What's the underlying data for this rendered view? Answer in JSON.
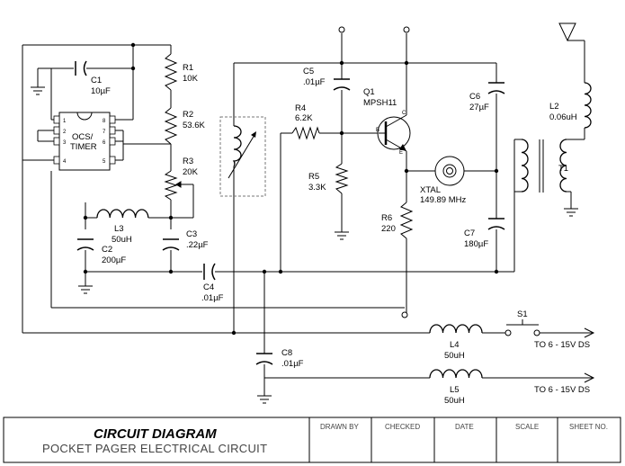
{
  "title_block": {
    "title": "CIRCUIT DIAGRAM",
    "subtitle": "POCKET PAGER ELECTRICAL CIRCUIT",
    "fields": [
      "DRAWN BY",
      "CHECKED",
      "DATE",
      "SCALE",
      "SHEET NO."
    ]
  },
  "components": {
    "c1": {
      "ref": "C1",
      "value": "10µF"
    },
    "r1": {
      "ref": "R1",
      "value": "10K"
    },
    "r2": {
      "ref": "R2",
      "value": "53.6K"
    },
    "r3": {
      "ref": "R3",
      "value": "20K"
    },
    "ic": {
      "line1": "OCS/",
      "line2": "TIMER",
      "pins": [
        "1",
        "2",
        "3",
        "4",
        "8",
        "7",
        "6",
        "5"
      ]
    },
    "l3": {
      "ref": "L3",
      "value": "50uH"
    },
    "c2": {
      "ref": "C2",
      "value": "200µF"
    },
    "c3": {
      "ref": "C3",
      "value": ".22µF"
    },
    "c4": {
      "ref": "C4",
      "value": ".01µF"
    },
    "c5": {
      "ref": "C5",
      "value": ".01µF"
    },
    "r4": {
      "ref": "R4",
      "value": "6.2K"
    },
    "r5": {
      "ref": "R5",
      "value": "3.3K"
    },
    "q1": {
      "ref": "Q1",
      "value": "MPSH11",
      "b": "B",
      "c": "C",
      "e": "E"
    },
    "r6": {
      "ref": "R6",
      "value": "220"
    },
    "xtal": {
      "ref": "XTAL",
      "value": "149.89 MHz"
    },
    "c6": {
      "ref": "C6",
      "value": "27µF"
    },
    "c7": {
      "ref": "C7",
      "value": "180µF"
    },
    "l2": {
      "ref": "L2",
      "value": "0.06uH"
    },
    "t1": {
      "ref": "T1"
    },
    "c8": {
      "ref": "C8",
      "value": ".01µF"
    },
    "l4": {
      "ref": "L4",
      "value": "50uH"
    },
    "l5": {
      "ref": "L5",
      "value": "50uH"
    },
    "s1": {
      "ref": "S1"
    }
  },
  "outputs": [
    "TO 6 - 15V DS",
    "TO 6 - 15V DS"
  ]
}
